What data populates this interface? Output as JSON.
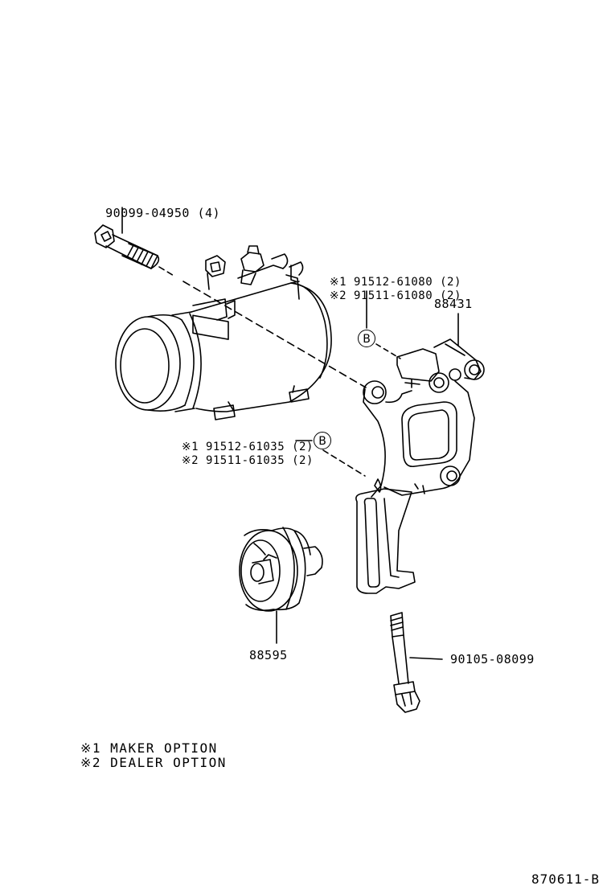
{
  "labels": {
    "bolt_top": "90099-04950",
    "bolt_top_qty": "(4)",
    "opt_a1": "※1 91512-61080",
    "opt_a1_qty": "(2)",
    "opt_a2": "※2 91511-61080",
    "opt_a2_qty": "(2)",
    "bracket": "88431",
    "opt_b1": "※1 91512-61035",
    "opt_b1_qty": "(2)",
    "opt_b2": "※2 91511-61035",
    "opt_b2_qty": "(2)",
    "idler": "88595",
    "bolt_bottom": "90105-08099"
  },
  "callouts": {
    "b_upper": "B",
    "b_lower": "B"
  },
  "notes": {
    "maker": "※1 MAKER OPTION",
    "dealer": "※2 DEALER OPTION"
  },
  "diagram_code": "870611-B"
}
